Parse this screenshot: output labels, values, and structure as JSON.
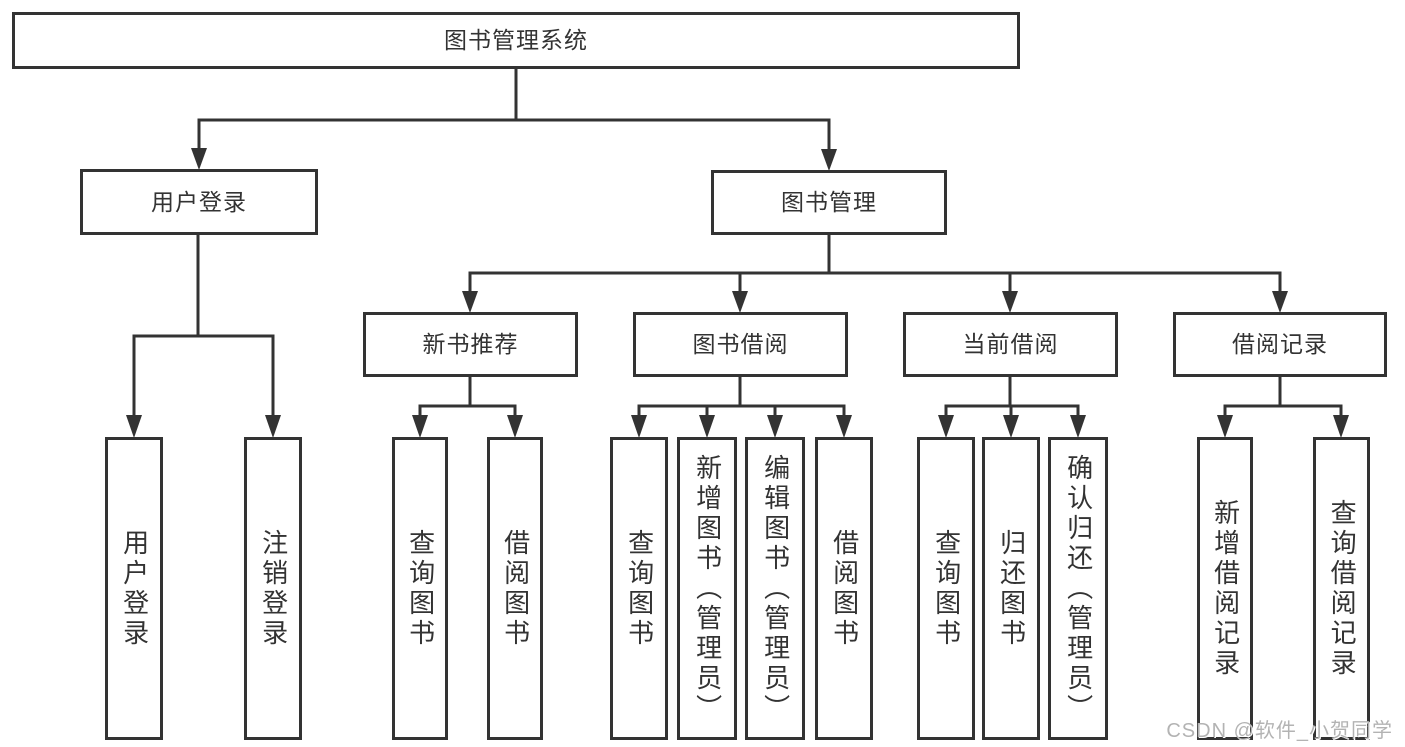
{
  "diagram": {
    "title": "图书管理系统",
    "watermark": "CSDN @软件_小贺同学",
    "colors": {
      "line": "#333333",
      "box_border": "#333333",
      "text": "#333333",
      "background": "#ffffff",
      "watermark_text": "#b3b3b3"
    }
  },
  "tree": {
    "label": "图书管理系统",
    "children": [
      {
        "label": "用户登录",
        "children": [
          {
            "label": "用户登录"
          },
          {
            "label": "注销登录"
          }
        ]
      },
      {
        "label": "图书管理",
        "children": [
          {
            "label": "新书推荐",
            "children": [
              {
                "label": "查询图书"
              },
              {
                "label": "借阅图书"
              }
            ]
          },
          {
            "label": "图书借阅",
            "children": [
              {
                "label": "查询图书"
              },
              {
                "label": "新增图书（管理员）"
              },
              {
                "label": "编辑图书（管理员）"
              },
              {
                "label": "借阅图书"
              }
            ]
          },
          {
            "label": "当前借阅",
            "children": [
              {
                "label": "查询图书"
              },
              {
                "label": "归还图书"
              },
              {
                "label": "确认归还（管理员）"
              }
            ]
          },
          {
            "label": "借阅记录",
            "children": [
              {
                "label": "新增借阅记录"
              },
              {
                "label": "查询借阅记录"
              }
            ]
          }
        ]
      }
    ]
  }
}
